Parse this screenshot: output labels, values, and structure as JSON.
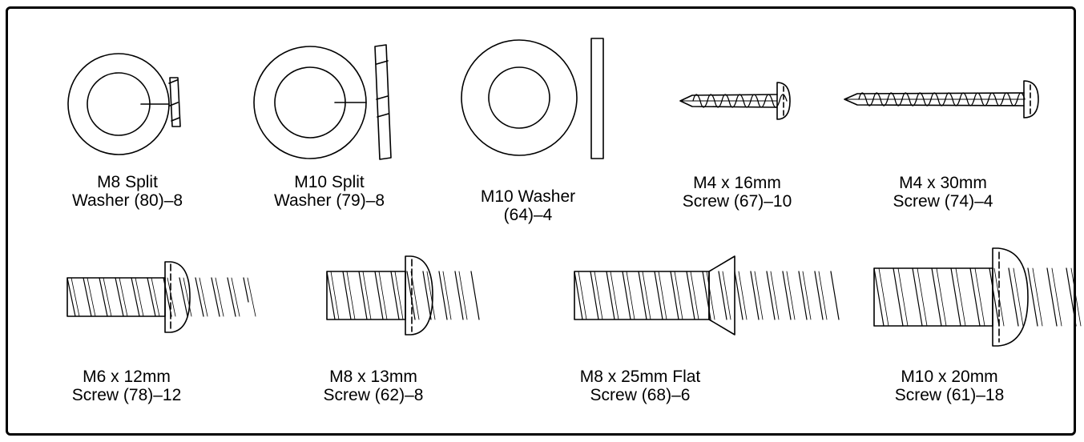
{
  "hardware_parts": [
    {
      "id": "m8-split-washer",
      "line1": "M8 Split",
      "line2": "Washer (80)–8"
    },
    {
      "id": "m10-split-washer",
      "line1": "M10 Split",
      "line2": "Washer (79)–8"
    },
    {
      "id": "m10-washer",
      "line1": "M10 Washer",
      "line2": "(64)–4"
    },
    {
      "id": "m4x16-screw",
      "line1": "M4 x 16mm",
      "line2": "Screw (67)–10"
    },
    {
      "id": "m4x30-screw",
      "line1": "M4 x 30mm",
      "line2": "Screw (74)–4"
    },
    {
      "id": "m6x12-screw",
      "line1": "M6 x 12mm",
      "line2": "Screw (78)–12"
    },
    {
      "id": "m8x13-screw",
      "line1": "M8 x 13mm",
      "line2": "Screw (62)–8"
    },
    {
      "id": "m8x25-flat-screw",
      "line1": "M8 x 25mm Flat",
      "line2": "Screw (68)–6"
    },
    {
      "id": "m10x20-screw",
      "line1": "M10 x 20mm",
      "line2": "Screw (61)–18"
    }
  ]
}
